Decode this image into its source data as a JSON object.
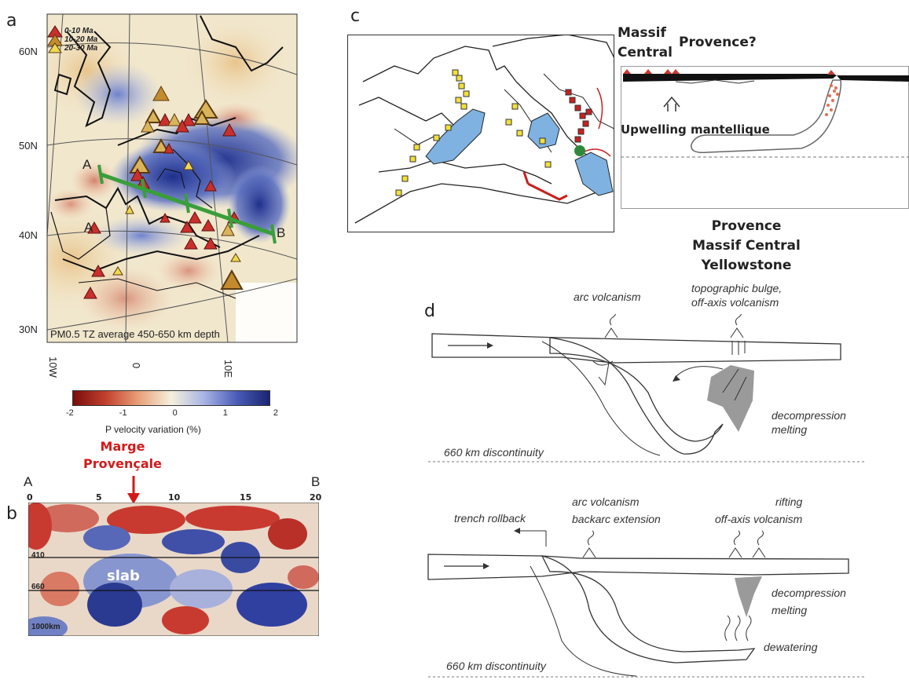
{
  "panel_a": {
    "letter": "a",
    "legend": [
      "0-10 Ma",
      "10-20 Ma",
      "20-30 Ma"
    ],
    "lat_labels": [
      "60N",
      "50N",
      "40N",
      "30N"
    ],
    "lon_labels": [
      "10W",
      "0",
      "10E"
    ],
    "profile_start": "A",
    "profile_end": "B",
    "map_caption": "PM0.5 TZ average 450-650 km depth",
    "colorbar_ticks": [
      "-2",
      "-1",
      "0",
      "1",
      "2"
    ],
    "colorbar_label": "P velocity variation (%)",
    "colors": {
      "slow": "#b2182b",
      "fast": "#1f2f8c",
      "neutral": "#f5f0dc",
      "profile_line": "#3a9e3a"
    }
  },
  "panel_b": {
    "letter": "b",
    "start": "A",
    "end": "B",
    "distance_ticks": [
      "0",
      "5",
      "10",
      "15",
      "20"
    ],
    "arrow_label": "Marge\nProvençale",
    "depth_lines": [
      "410",
      "660"
    ],
    "bottom_label": "1000km",
    "slab_label": "slab",
    "arrow_color": "#d21a1a"
  },
  "panel_c": {
    "letter": "c",
    "label_massif": "Massif\nCentral",
    "label_provence": "Provence?",
    "label_upwelling": "Upwelling mantellique",
    "sea_color": "#7fb2e0"
  },
  "panel_d": {
    "letter": "d",
    "title_lines": [
      "Provence",
      "Massif Central",
      "Yellowstone"
    ],
    "top": {
      "arc": "arc volcanism",
      "bulge": "topographic bulge,\noff-axis volcanism",
      "decompression": "decompression\nmelting",
      "discontinuity": "660 km discontinuity"
    },
    "bottom": {
      "rollback": "trench rollback",
      "arc": "arc volcanism\nbackarc extension",
      "rifting": "rifting\noff-axis volcanism",
      "decompression": "decompression\nmelting",
      "dewatering": "dewatering",
      "discontinuity": "660 km discontinuity"
    }
  }
}
